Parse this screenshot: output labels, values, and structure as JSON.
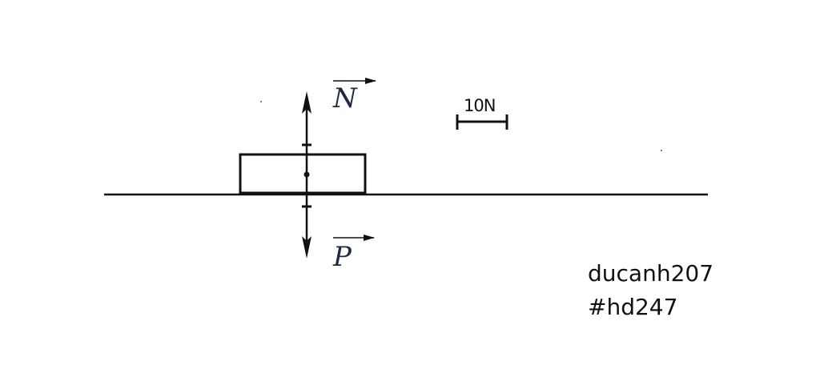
{
  "diagram": {
    "vectors": {
      "normal_force": {
        "symbol": "N",
        "direction": "up",
        "magnitude_units": 2
      },
      "weight": {
        "symbol": "P",
        "direction": "down",
        "magnitude_units": 2
      }
    },
    "scale": {
      "label": "10N"
    }
  },
  "credit": {
    "author": "ducanh207",
    "tag": "#hd247"
  },
  "colors": {
    "ink": "#111111",
    "label": "#1e2a44",
    "background": "#ffffff"
  }
}
